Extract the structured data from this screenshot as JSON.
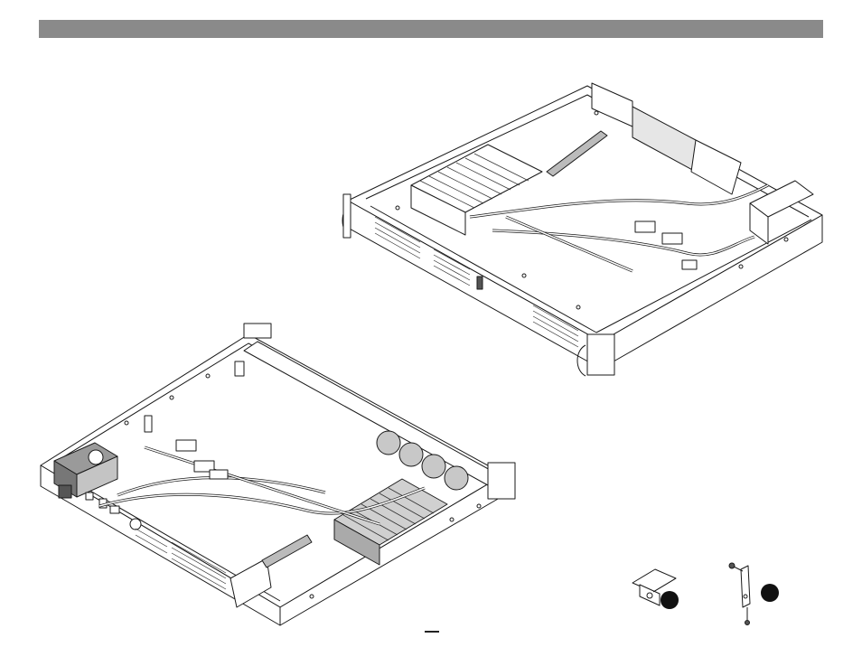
{
  "header": {
    "bar_color": "#8a8a8a"
  },
  "illustrations": [
    {
      "id": "chassis-rear-view",
      "icon": "server-chassis-open-icon"
    },
    {
      "id": "chassis-front-view",
      "icon": "server-chassis-open-icon"
    },
    {
      "id": "mounting-bracket-a",
      "icon": "bracket-icon"
    },
    {
      "id": "mounting-bracket-b",
      "icon": "bracket-screw-icon"
    }
  ],
  "colors": {
    "line": "#1a1a1a",
    "shade": "#9a9a9a",
    "light_shade": "#d4d4d4",
    "callout": "#111111"
  }
}
